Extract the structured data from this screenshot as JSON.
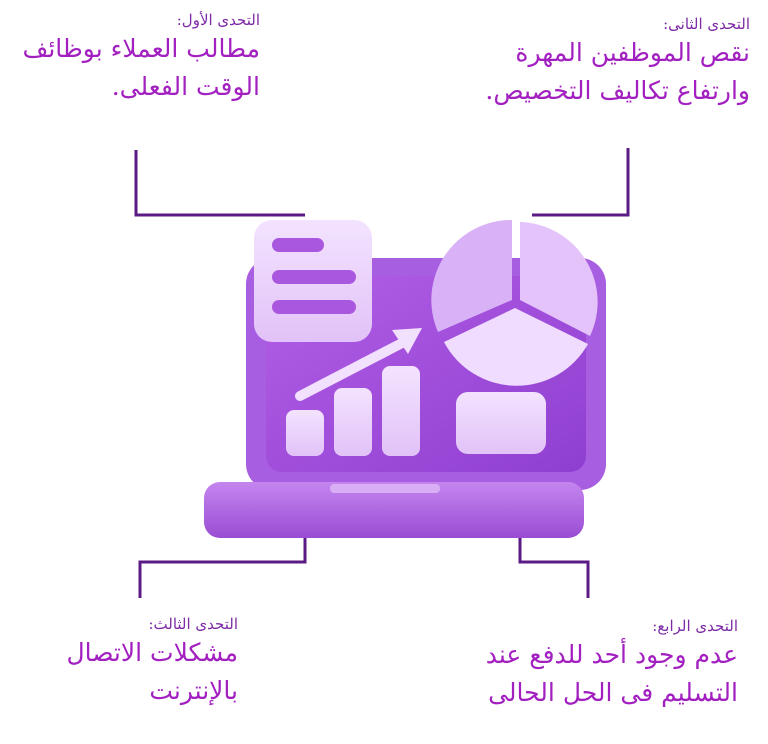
{
  "challenges": [
    {
      "label": "التحدى الأول:",
      "lines": [
        "مطالب العملاء بوظائف",
        "الوقت الفعلى."
      ]
    },
    {
      "label": "التحدى الثانى:",
      "lines": [
        "نقص الموظفين المهرة",
        "وارتفاع تكاليف التخصيص."
      ]
    },
    {
      "label": "التحدى الثالث:",
      "lines": [
        "مشكلات الاتصال",
        "بالإنترنت"
      ]
    },
    {
      "label": "التحدى الرابع:",
      "lines": [
        "عدم وجود أحد للدفع عند",
        "التسليم فى الحل الحالى"
      ]
    }
  ],
  "colors": {
    "line": "#5b1a86",
    "text": "#a21fc0",
    "label": "#7d2aa6",
    "laptop": "#b066e0"
  },
  "illustration": "laptop-analytics-icon"
}
